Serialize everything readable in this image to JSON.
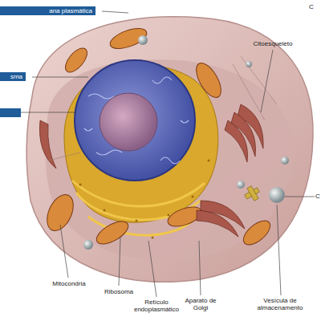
{
  "diagram": {
    "labels": [
      "ana plasmática",
      "sma",
      "Citoesqueleto",
      "Mitocondria",
      "Ribosoma",
      "Retículo endoplasmático",
      "Aparato de Golgi",
      "Vesícula de almacenamento",
      "C",
      "C"
    ]
  }
}
